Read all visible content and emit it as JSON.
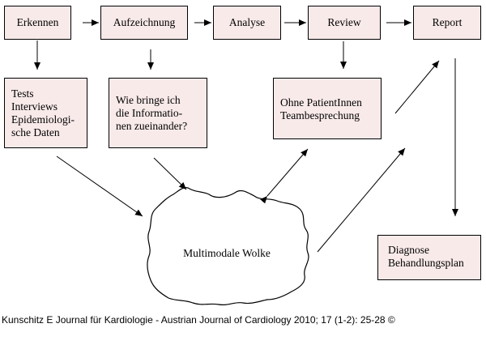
{
  "diagram": {
    "top_row": [
      "Erkennen",
      "Aufzeichnung",
      "Analyse",
      "Review",
      "Report"
    ],
    "boxes": {
      "erkennen_detail": [
        "Tests",
        "Interviews",
        "Epidemiologi-",
        "sche Daten"
      ],
      "aufzeichnung_detail": [
        "Wie bringe ich",
        "die Informatio-",
        "nen zueinander?"
      ],
      "review_detail": [
        "Ohne PatientInnen",
        "Teambesprechung"
      ],
      "report_detail": [
        "Diagnose",
        "Behandlungsplan"
      ]
    },
    "cloud_label": "Multimodale Wolke"
  },
  "caption": "Kunschitz E Journal für Kardiologie - Austrian Journal of Cardiology 2010; 17 (1-2): 25-28 ©",
  "colors": {
    "box_fill": "#f9eaea",
    "stroke": "#000000"
  }
}
